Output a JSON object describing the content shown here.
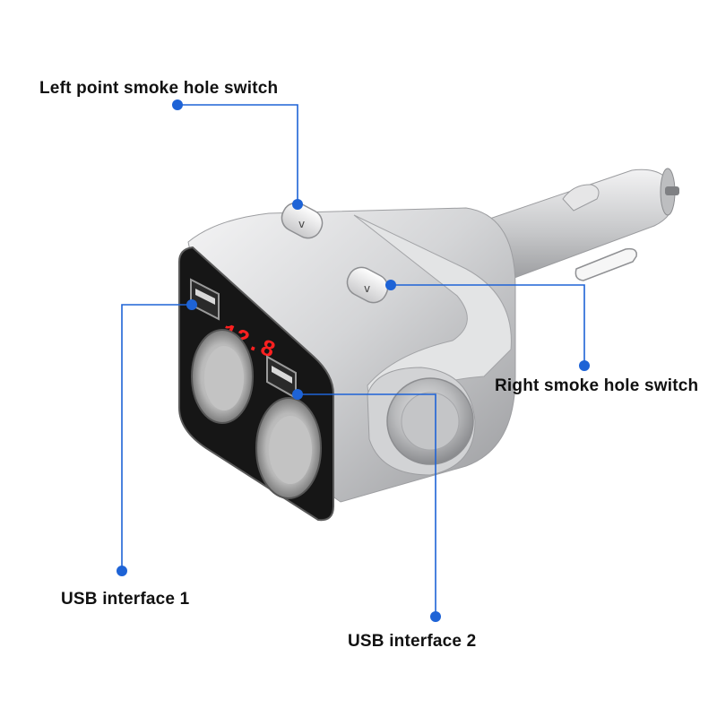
{
  "callouts": {
    "left_switch": "Left point smoke hole switch",
    "right_switch": "Right smoke hole switch",
    "usb1": "USB interface 1",
    "usb2": "USB interface 2"
  },
  "display": {
    "voltage": "12.8"
  },
  "colors": {
    "callout_line": "#1e63d6",
    "display_digits": "#ff2020",
    "body_silver": "#c9cacc",
    "faceplate": "#161616"
  }
}
